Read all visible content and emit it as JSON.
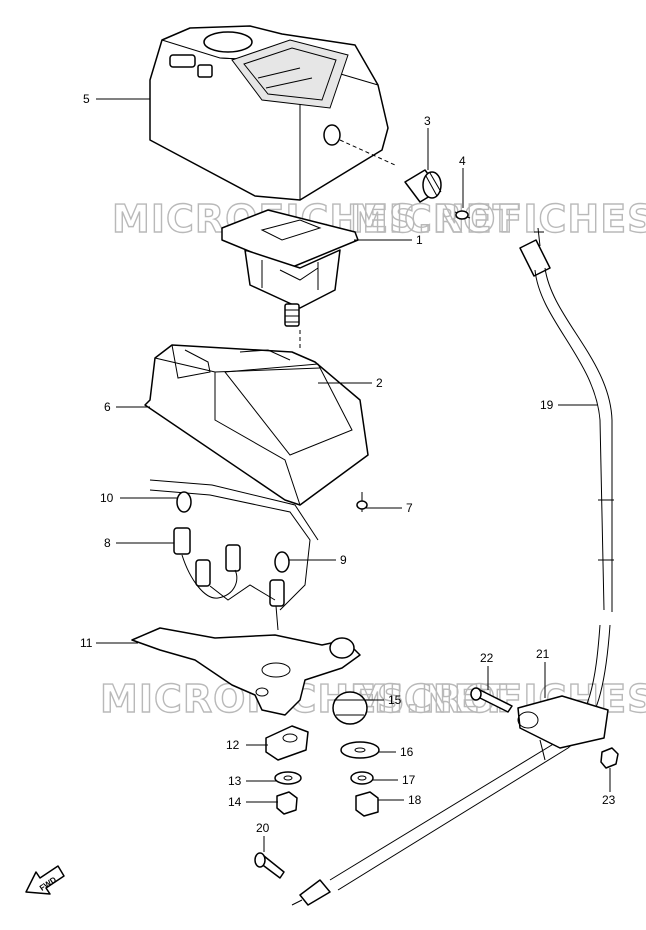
{
  "watermark": "MICROFICHES.NET",
  "fwd_label": "FWD",
  "callouts": [
    {
      "id": "c5",
      "label": "5"
    },
    {
      "id": "c3",
      "label": "3"
    },
    {
      "id": "c4",
      "label": "4"
    },
    {
      "id": "c1",
      "label": "1"
    },
    {
      "id": "c2",
      "label": "2"
    },
    {
      "id": "c6",
      "label": "6"
    },
    {
      "id": "c7",
      "label": "7"
    },
    {
      "id": "c10",
      "label": "10"
    },
    {
      "id": "c8",
      "label": "8"
    },
    {
      "id": "c9",
      "label": "9"
    },
    {
      "id": "c11",
      "label": "11"
    },
    {
      "id": "c15",
      "label": "15"
    },
    {
      "id": "c12",
      "label": "12"
    },
    {
      "id": "c16",
      "label": "16"
    },
    {
      "id": "c13",
      "label": "13"
    },
    {
      "id": "c17",
      "label": "17"
    },
    {
      "id": "c14",
      "label": "14"
    },
    {
      "id": "c18",
      "label": "18"
    },
    {
      "id": "c20",
      "label": "20"
    },
    {
      "id": "c19",
      "label": "19"
    },
    {
      "id": "c22",
      "label": "22"
    },
    {
      "id": "c21",
      "label": "21"
    },
    {
      "id": "c23",
      "label": "23"
    }
  ]
}
